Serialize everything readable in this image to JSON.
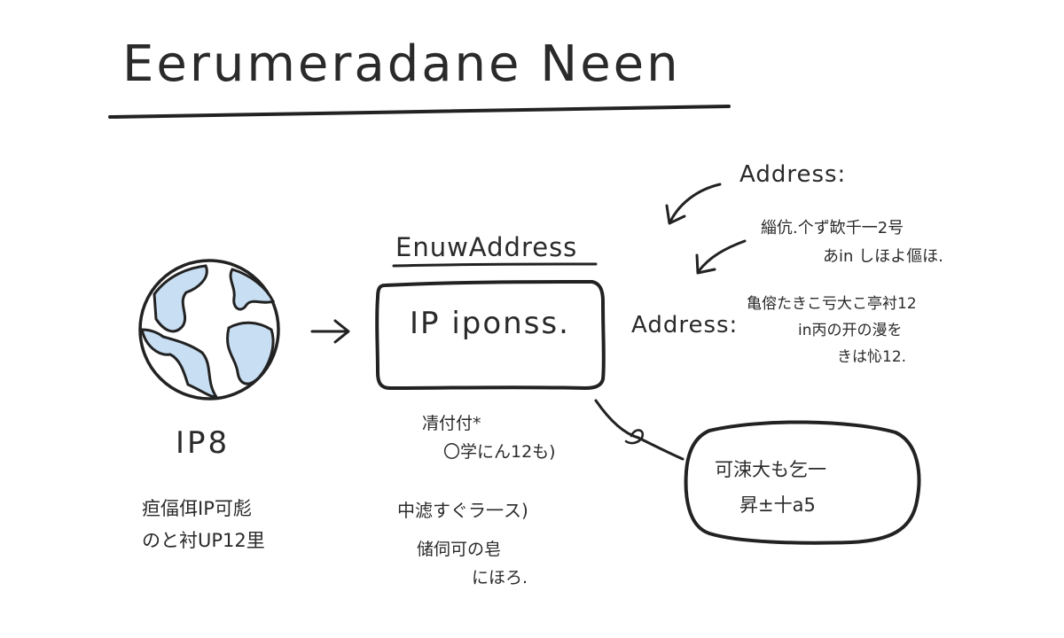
{
  "title": "Eerumeradane Neen",
  "globe": {
    "label": "IP8",
    "desc_line1": "疸偪佴IP可彪",
    "desc_line2": "のと衬UP12里"
  },
  "center": {
    "header": "EnuwAddress",
    "box_text": "IP iponss.",
    "note1_line1": "凊付付*",
    "note1_line2": "〇学にん12も)",
    "note2": "中滤すぐラ一ス)",
    "note3_line1": "储伺可の皂",
    "note3_line2": "にほろ."
  },
  "address_top": {
    "label": "Address:",
    "line1": "緇伉.个ず缼千一2号",
    "line2": "あin しほよ傴ほ."
  },
  "address_mid": {
    "label": "Address:",
    "line1": "亀傛たきこ亏大こ亭衬12",
    "line2": "in丙の开の漫を",
    "line3": "きは㤈12."
  },
  "oval": {
    "line1": "可涑大も乞一",
    "line2": "昇±十a5"
  },
  "colors": {
    "ink": "#222222",
    "globe_land": "#c8def2",
    "globe_water": "#ffffff"
  }
}
